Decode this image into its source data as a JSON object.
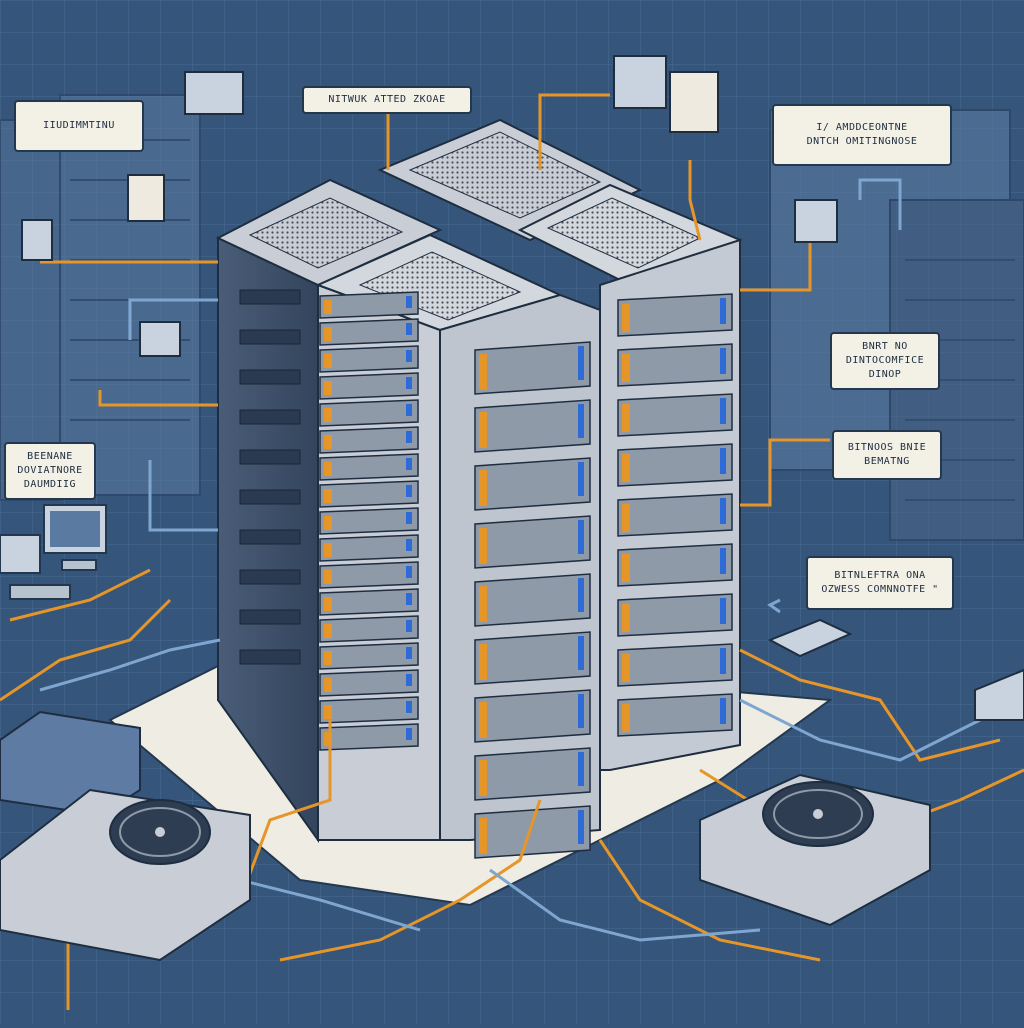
{
  "colors": {
    "background": "#35557a",
    "grid_line": "#4a6d94",
    "server_body": "#c9ced6",
    "server_dark": "#3e4f66",
    "drive_bay": "#8f9aa8",
    "drive_led": "#2f6bd6",
    "cable_orange": "#e69528",
    "cable_blue": "#7ea6d1",
    "callout_bg": "#f3f0e6",
    "callout_border": "#23384f",
    "platform": "#eeece3"
  },
  "callouts": {
    "top_center": "NITWUK ATTED ZKOAE",
    "top_left": "IIUDIMMTINU",
    "top_right_1": "I/ AMDDCEONTNE",
    "top_right_2": "DNTCH OMITINGNOSE",
    "right_mid_1": "BNRT NO",
    "right_mid_2": "DINTOCOMFICE",
    "right_mid_3": "DINOP",
    "right_lower_1": "BITNOOS BNIE",
    "right_lower_2": "BEMATNG",
    "left_mid_1": "BEENANE",
    "left_mid_2": "DOVIATNORE",
    "left_mid_3": "DAUMDIIG",
    "bottom_right_1": "BITNLEFTRA ONA",
    "bottom_right_2": "OZWESS COMNNOTFE \""
  },
  "icons": {
    "tower_left": "network-storage-tower-icon",
    "tower_right": "network-storage-tower-icon",
    "psu_left": "power-supply-fan-icon",
    "psu_right": "power-supply-fan-icon",
    "workstation": "desktop-computer-icon",
    "connector": "network-transceiver-icon"
  }
}
